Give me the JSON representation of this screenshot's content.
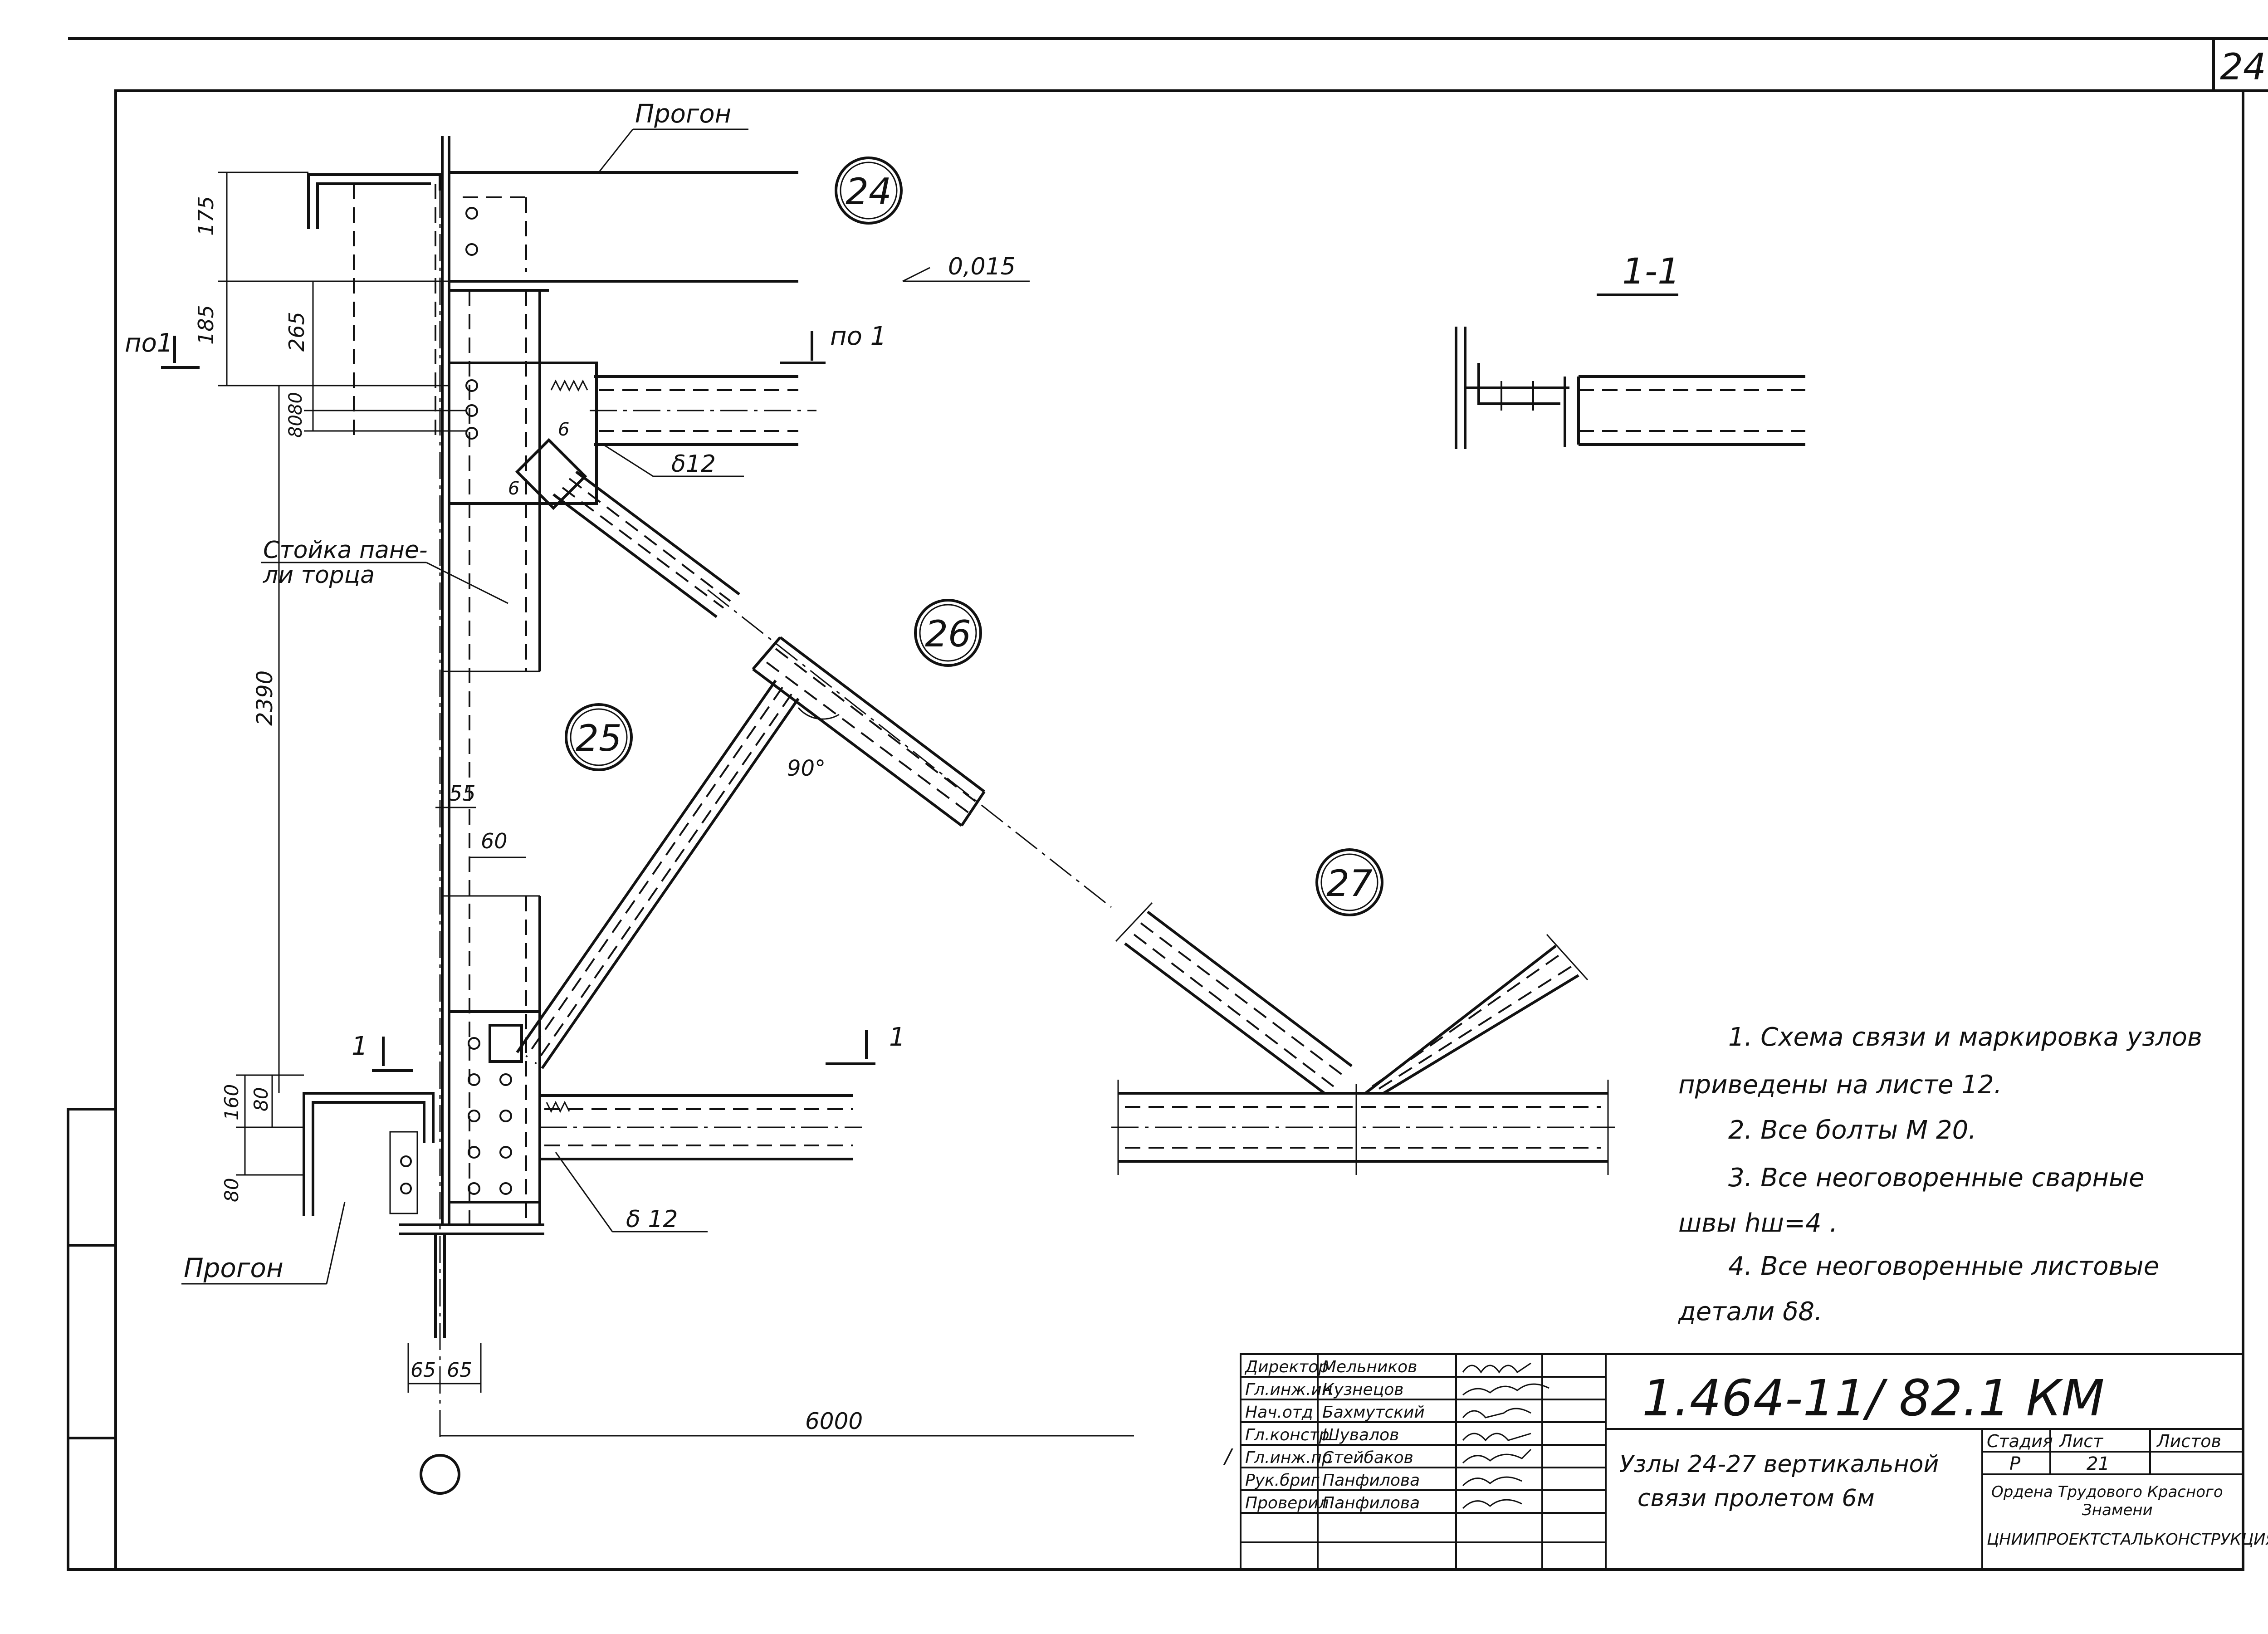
{
  "sheet": {
    "number": "24"
  },
  "labels": {
    "progon_top": "Прогон",
    "progon_bottom": "Прогон",
    "level_mark": "0,015",
    "section_title": "1-1",
    "cut_left_top": "по1",
    "cut_right_top": "по 1",
    "cut_left_bottom": "1",
    "cut_right_bottom": "1",
    "column_label_1": "Стойка пане-",
    "column_label_2": "ли торца",
    "plate_top": "δ12",
    "plate_bottom": "δ 12",
    "angle": "90°",
    "weld_a": "6",
    "weld_b": "6"
  },
  "nodes": [
    "24",
    "25",
    "26",
    "27"
  ],
  "dimensions": {
    "d175": "175",
    "d185": "185",
    "d265": "265",
    "d80a": "80",
    "d80b": "80",
    "d2390": "2390",
    "d55": "55",
    "d60": "60",
    "d80c": "80",
    "d160": "160",
    "d80d": "80",
    "d65a": "65",
    "d65b": "65",
    "d6000": "6000"
  },
  "notes": [
    "1. Схема связи и маркировка узлов",
    "приведены на листе 12.",
    "2. Все болты М 20.",
    "3. Все неоговоренные сварные",
    "швы hш=4 .",
    "4. Все неоговоренные листовые",
    "детали δ8."
  ],
  "title_block": {
    "doc_code": "1.464-11/ 82.1 КМ",
    "drawing_title_1": "Узлы 24-27 вертикальной",
    "drawing_title_2": "связи пролетом 6м",
    "stage_header": "Стадия",
    "sheet_header": "Лист",
    "sheets_header": "Листов",
    "stage": "Р",
    "sheet": "21",
    "org_1": "Ордена Трудового Красного",
    "org_2": "Знамени",
    "org_3": "ЦНИИПРОЕКТСТАЛЬКОНСТРУКЦИЯ",
    "revision_mark": "/",
    "staff": [
      {
        "role": "Директор",
        "name": "Мельников"
      },
      {
        "role": "Гл.инж.ин",
        "name": "Кузнецов"
      },
      {
        "role": "Нач.отд",
        "name": "Бахмутский"
      },
      {
        "role": "Гл.констр",
        "name": "Шувалов"
      },
      {
        "role": "Гл.инж.пр",
        "name": "Стейбаков"
      },
      {
        "role": "Рук.бриг",
        "name": "Панфилова"
      },
      {
        "role": "Проверил",
        "name": "Панфилова"
      }
    ]
  }
}
